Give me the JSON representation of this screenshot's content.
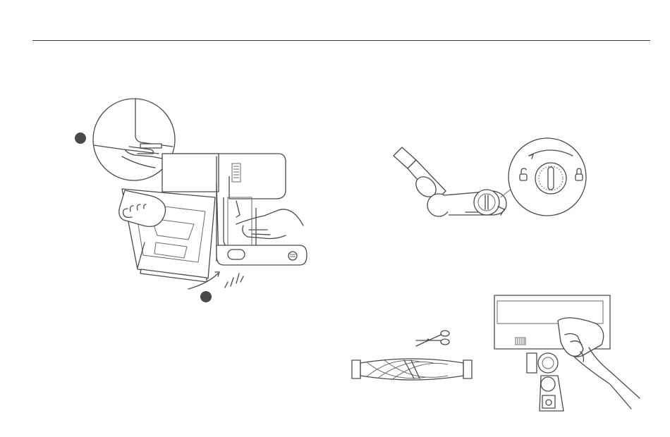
{
  "page": {
    "background": "#ffffff",
    "line_color": "#4a4a4a",
    "step_marker_color": "#4a4a4a"
  },
  "illustrations": [
    {
      "id": "dustbin-removal",
      "step_markers": 2,
      "icons": [
        "magnifier-callout",
        "hand-icon",
        "rotate-arrow-icon"
      ]
    },
    {
      "id": "cyclone-unlock",
      "icons": [
        "unlock-icon",
        "lock-icon",
        "rotate-arrow-icon"
      ]
    },
    {
      "id": "roller-brush-cleaning",
      "icons": [
        "scissors-icon"
      ]
    },
    {
      "id": "brush-head-wipe",
      "icons": [
        "hand-icon",
        "cloth-icon"
      ]
    }
  ]
}
